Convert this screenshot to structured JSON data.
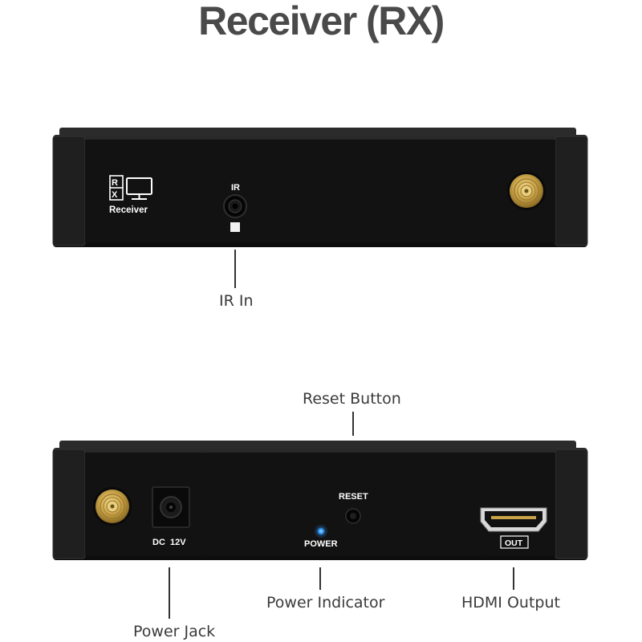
{
  "title": "Receiver (RX)",
  "top_panel": {
    "logo_rx": "RX",
    "logo_label": "Receiver",
    "ir_label": "IR"
  },
  "bottom_panel": {
    "dc_label": "DC  12V",
    "reset_label": "RESET",
    "power_label": "POWER",
    "out_label": "OUT"
  },
  "callouts": {
    "ir_in": "IR In",
    "reset_button": "Reset Button",
    "power_jack": "Power Jack",
    "power_indicator": "Power Indicator",
    "hdmi_output": "HDMI Output"
  },
  "colors": {
    "chassis": "#1c1c1c",
    "face": "#121212",
    "gold": "#c9a34a",
    "led": "#3aa0ff",
    "text": "#ffffff"
  }
}
